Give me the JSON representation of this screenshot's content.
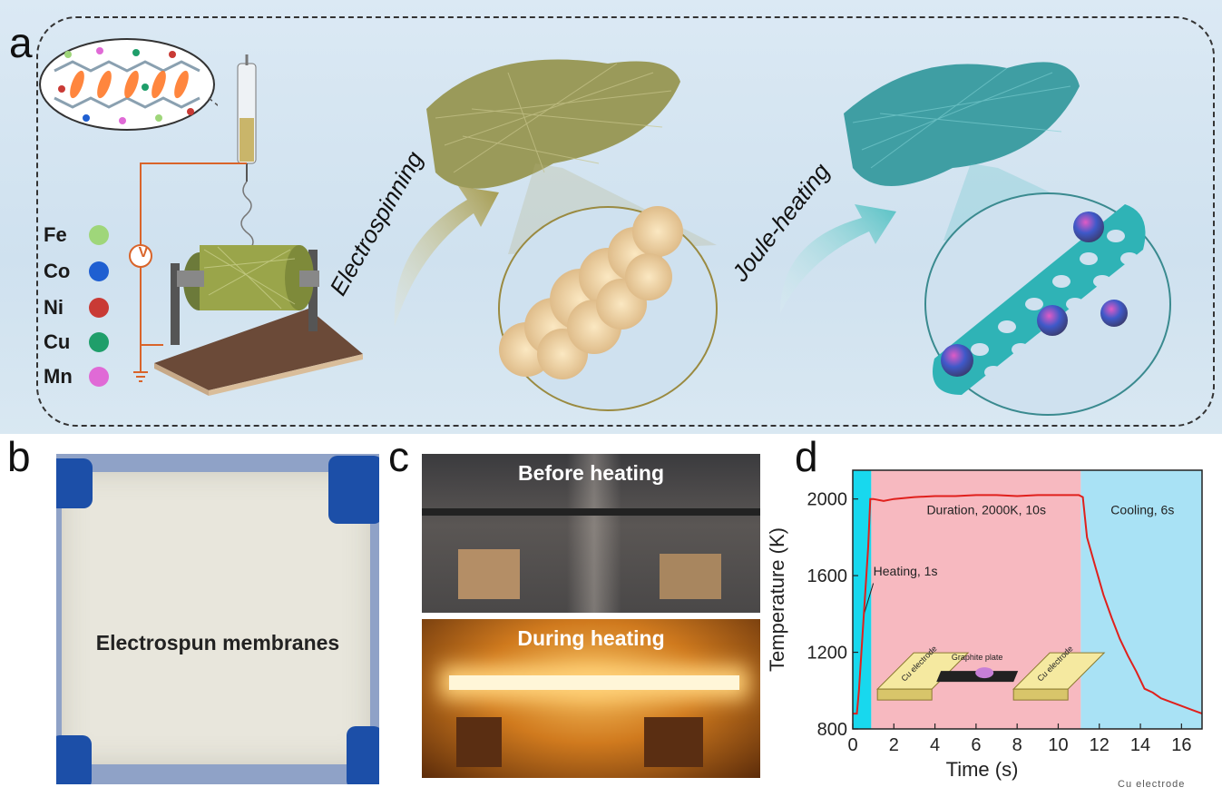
{
  "panels": {
    "a": {
      "letter": "a",
      "elements": [
        {
          "name": "Fe",
          "color": "#9fd67a"
        },
        {
          "name": "Co",
          "color": "#1f5fd1"
        },
        {
          "name": "Ni",
          "color": "#c93a35"
        },
        {
          "name": "Cu",
          "color": "#1f9e6a"
        },
        {
          "name": "Mn",
          "color": "#e06ad6"
        }
      ],
      "voltage_symbol": "V",
      "step1": "Electrospinning",
      "step2": "Joule-heating"
    },
    "b": {
      "letter": "b",
      "caption": "Electrospun membranes"
    },
    "c": {
      "letter": "c",
      "top_caption": "Before heating",
      "bottom_caption": "During heating"
    },
    "d": {
      "letter": "d"
    }
  },
  "chart_data": {
    "type": "line",
    "xlabel": "Time (s)",
    "ylabel": "Temperature (K)",
    "xlim": [
      0,
      17
    ],
    "ylim": [
      800,
      2150
    ],
    "xticks": [
      0,
      2,
      4,
      6,
      8,
      10,
      12,
      14,
      16
    ],
    "yticks": [
      800,
      1200,
      1600,
      2000
    ],
    "regions": [
      {
        "label": "Heating, 1s",
        "x0": 0,
        "x1": 0.9,
        "color": "#18d8ee"
      },
      {
        "label": "Duration, 2000K, 10s",
        "x0": 0.9,
        "x1": 11.1,
        "color": "#f7b9c0"
      },
      {
        "label": "Cooling, 6s",
        "x0": 11.1,
        "x1": 17,
        "color": "#a9e2f5"
      }
    ],
    "series": [
      {
        "color": "#e0201c",
        "points": [
          [
            0,
            880
          ],
          [
            0.2,
            880
          ],
          [
            0.3,
            1000
          ],
          [
            0.45,
            1250
          ],
          [
            0.6,
            1500
          ],
          [
            0.75,
            1750
          ],
          [
            0.85,
            2000
          ],
          [
            1.0,
            2000
          ],
          [
            1.5,
            1990
          ],
          [
            2,
            2000
          ],
          [
            3,
            2010
          ],
          [
            4,
            2015
          ],
          [
            5,
            2015
          ],
          [
            6,
            2020
          ],
          [
            7,
            2020
          ],
          [
            8,
            2015
          ],
          [
            9,
            2020
          ],
          [
            10,
            2020
          ],
          [
            11,
            2020
          ],
          [
            11.2,
            2010
          ],
          [
            11.4,
            1800
          ],
          [
            11.8,
            1650
          ],
          [
            12.2,
            1500
          ],
          [
            12.6,
            1380
          ],
          [
            13.0,
            1270
          ],
          [
            13.4,
            1180
          ],
          [
            13.8,
            1100
          ],
          [
            14.2,
            1010
          ],
          [
            14.6,
            990
          ],
          [
            15.0,
            960
          ],
          [
            15.5,
            940
          ],
          [
            16.0,
            920
          ],
          [
            16.5,
            900
          ],
          [
            17.0,
            880
          ]
        ]
      }
    ],
    "inset": {
      "left_label": "Cu electrode",
      "middle_label": "Graphite plate",
      "right_label": "Cu electrode"
    }
  },
  "watermark": "Cu electrode"
}
